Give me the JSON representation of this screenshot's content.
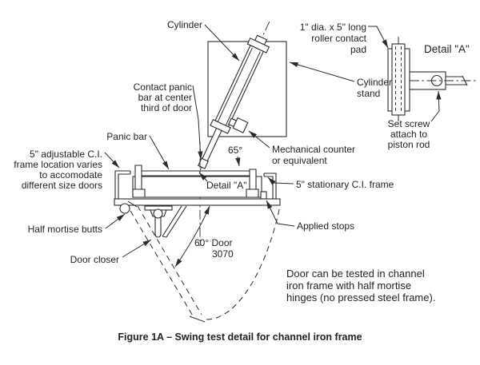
{
  "figure": {
    "caption": "Figure 1A – Swing test detail for channel iron frame",
    "note": {
      "line_1": "Door can be tested in channel",
      "line_2": "iron frame with half mortise",
      "line_3": "hinges (no pressed steel frame)."
    }
  },
  "labels": {
    "cylinder": "Cylinder",
    "roller_pad_1": "1\" dia. x 5\" long",
    "roller_pad_2": "roller contact",
    "roller_pad_3": "pad",
    "detail_a_title": "Detail \"A\"",
    "contact_panic_1": "Contact panic",
    "contact_panic_2": "bar at center",
    "contact_panic_3": "third of door",
    "cylinder_stand_1": "Cylinder",
    "cylinder_stand_2": "stand",
    "panic_bar": "Panic bar",
    "adjustable_frame_1": "5\" adjustable C.I.",
    "adjustable_frame_2": "frame location varies",
    "adjustable_frame_3": "to accomodate",
    "adjustable_frame_4": "different size doors",
    "angle_65": "65°",
    "mechanical_counter_1": "Mechanical counter",
    "mechanical_counter_2": "or equivalent",
    "detail_a_callout": "Detail \"A\"",
    "stationary_frame": "5\" stationary C.I. frame",
    "set_screw_1": "Set screw",
    "set_screw_2": "attach to",
    "set_screw_3": "piston rod",
    "half_mortise_butts": "Half mortise butts",
    "applied_stops": "Applied stops",
    "door_closer": "Door closer",
    "door_swing_1": "60° Door",
    "door_swing_2": "3070"
  },
  "colors": {
    "ink": "#231f20",
    "background": "#ffffff"
  }
}
